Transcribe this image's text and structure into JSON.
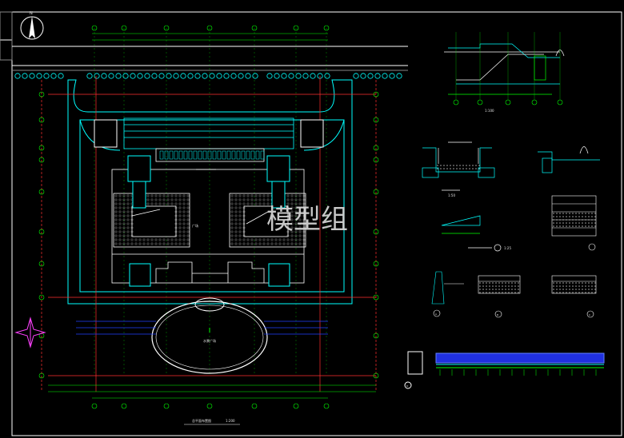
{
  "watermark": "模型组",
  "north_label": "N",
  "main_plan": {
    "center_label": "广场",
    "oval_label": "水景广场",
    "title": "总平面布置图",
    "scale": "1:200"
  },
  "details": {
    "section_scale": "1:100",
    "detail_scale_1": "1:50",
    "detail_scale_2": "1:25",
    "detail_a": "A",
    "detail_b": "B",
    "detail_c": "C",
    "detail_d": "D"
  },
  "colors": {
    "background": "#000000",
    "frame": "#ffffff",
    "cyan": "#00ffff",
    "green": "#00ff00",
    "red": "#ff3030",
    "blue": "#2040ff",
    "magenta": "#ff40ff"
  }
}
